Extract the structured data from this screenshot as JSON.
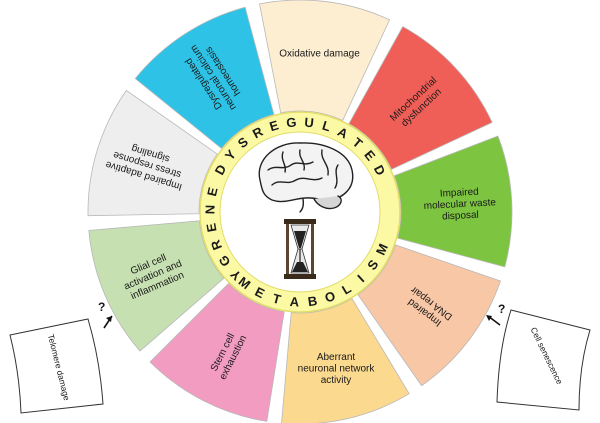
{
  "center": {
    "ring_top_word": "DYSREGULATED",
    "ring_left_word": "ENERGY",
    "ring_bottom_word": "METABOLISM",
    "icons": [
      "brain-icon",
      "hourglass-icon"
    ]
  },
  "segments": [
    {
      "label": "Mitochondrial dysfunction",
      "color": "#ef5f57"
    },
    {
      "label": "Impaired molecular waste disposal",
      "color": "#7dc540"
    },
    {
      "label": "Impaired DNA repair",
      "color": "#f7c7a6"
    },
    {
      "label": "Aberrant neuronal network activity",
      "color": "#fbd98f"
    },
    {
      "label": "Stem cell exhaustion",
      "color": "#f29cc1"
    },
    {
      "label": "Glial cell activation and inflammation",
      "color": "#c6e0b2"
    },
    {
      "label": "Impaired adaptive stress response signaling",
      "color": "#eeeeee"
    },
    {
      "label": "Dysregulated neuronal calcium homeostasis",
      "color": "#2ec3e6"
    },
    {
      "label": "Oxidative damage",
      "color": "#fdedd1"
    }
  ],
  "side_boxes": {
    "left": {
      "label": "Telomere damage",
      "question": "?"
    },
    "right": {
      "label": "Cell senescence",
      "question": "?"
    }
  },
  "colors": {
    "ring": "#fcf9a5",
    "ring_stroke": "#e3dd6a",
    "outline": "#b8b8b8"
  }
}
